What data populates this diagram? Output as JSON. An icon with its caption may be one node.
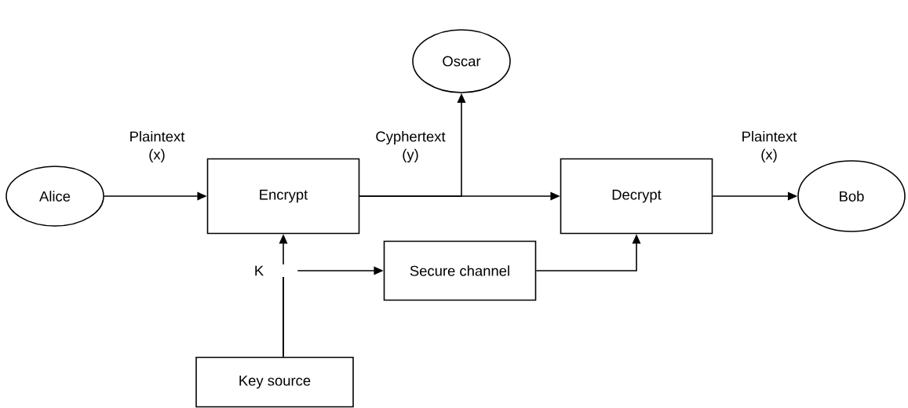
{
  "diagram": {
    "nodes": [
      {
        "text": [
          "Alice"
        ]
      },
      {
        "text": [
          "Encrypt"
        ]
      },
      {
        "text": [
          "Oscar"
        ]
      },
      {
        "text": [
          "Decrypt"
        ]
      },
      {
        "text": [
          "Bob"
        ]
      },
      {
        "text": [
          "Secure channel"
        ]
      },
      {
        "text": [
          "Key source"
        ]
      }
    ],
    "edges": [
      {
        "from": 0,
        "to": 1,
        "arrow": "to",
        "label": "Plaintext (x)"
      },
      {
        "from": 1,
        "to": 3,
        "arrow": "to",
        "label": "Cyphertext (y)"
      },
      {
        "from": 1,
        "to": 2,
        "arrow": "to"
      },
      {
        "from": 3,
        "to": 4,
        "arrow": "to",
        "label": "Plaintext (x)"
      },
      {
        "from": 6,
        "to": 1,
        "arrow": "to",
        "label": "K"
      },
      {
        "from": 6,
        "to": 5,
        "arrow": "to"
      },
      {
        "from": 5,
        "to": 3,
        "arrow": "to"
      }
    ]
  }
}
